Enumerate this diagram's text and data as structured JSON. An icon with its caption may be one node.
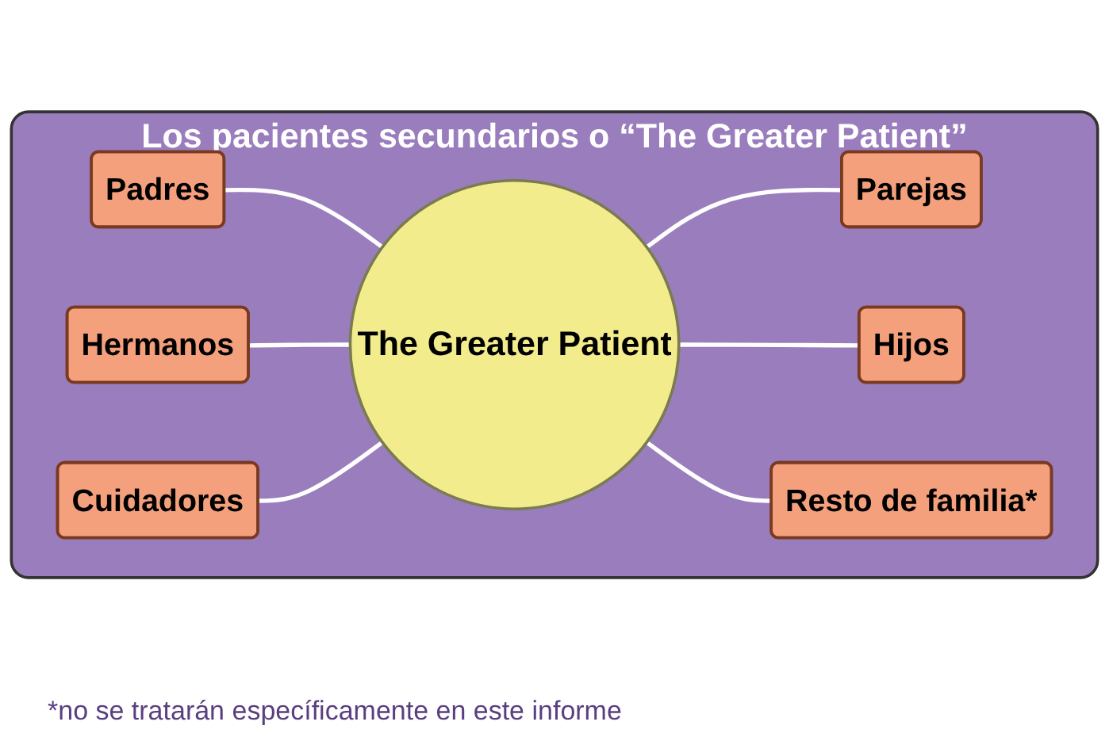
{
  "diagram": {
    "nodes": [
      {
        "text": [
          "Los pacientes secundarios o “The Greater Patient”"
        ]
      },
      {
        "text": [
          "Padres"
        ],
        "in": 0
      },
      {
        "text": [
          "Parejas"
        ],
        "in": 0
      },
      {
        "text": [
          "Hermanos"
        ],
        "in": 0
      },
      {
        "text": [
          "The Greater Patient"
        ],
        "in": 0
      },
      {
        "text": [
          "Hijos"
        ],
        "in": 0
      },
      {
        "text": [
          "Cuidadores"
        ],
        "in": 0
      },
      {
        "text": [
          "Resto de familia*"
        ],
        "in": 0
      }
    ],
    "edges": [
      {
        "from": 1,
        "to": 4,
        "arrow": "none"
      },
      {
        "from": 4,
        "to": 2,
        "arrow": "none"
      },
      {
        "from": 3,
        "to": 4,
        "arrow": "none"
      },
      {
        "from": 4,
        "to": 5,
        "arrow": "none"
      },
      {
        "from": 6,
        "to": 4,
        "arrow": "none"
      },
      {
        "from": 4,
        "to": 7,
        "arrow": "none"
      }
    ],
    "labels": [
      "*no se tratarán específicamente en este informe"
    ]
  }
}
